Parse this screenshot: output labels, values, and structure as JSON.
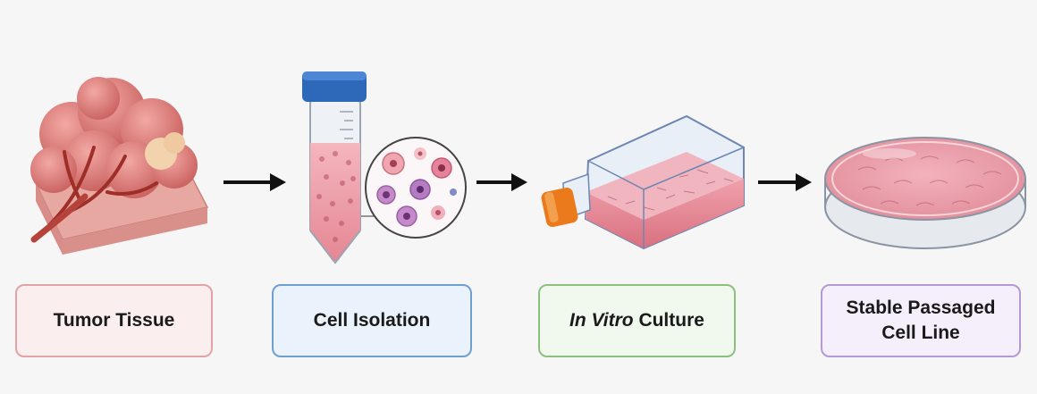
{
  "steps": [
    {
      "id": "tumor",
      "label": "Tumor Tissue",
      "icon": "tumor-tissue-icon",
      "color": "#e3a3a6"
    },
    {
      "id": "isolation",
      "label": "Cell Isolation",
      "icon": "centrifuge-tube-icon",
      "color": "#6f9ed0"
    },
    {
      "id": "culture",
      "label_italic": "In Vitro",
      "label_rest": " Culture",
      "icon": "culture-flask-icon",
      "color": "#8cc07f"
    },
    {
      "id": "line",
      "label_line1": "Stable Passaged",
      "label_line2": "Cell Line",
      "icon": "petri-dish-icon",
      "color": "#b39ad6"
    }
  ],
  "arrows": [
    "arrow-right-icon",
    "arrow-right-icon",
    "arrow-right-icon"
  ]
}
